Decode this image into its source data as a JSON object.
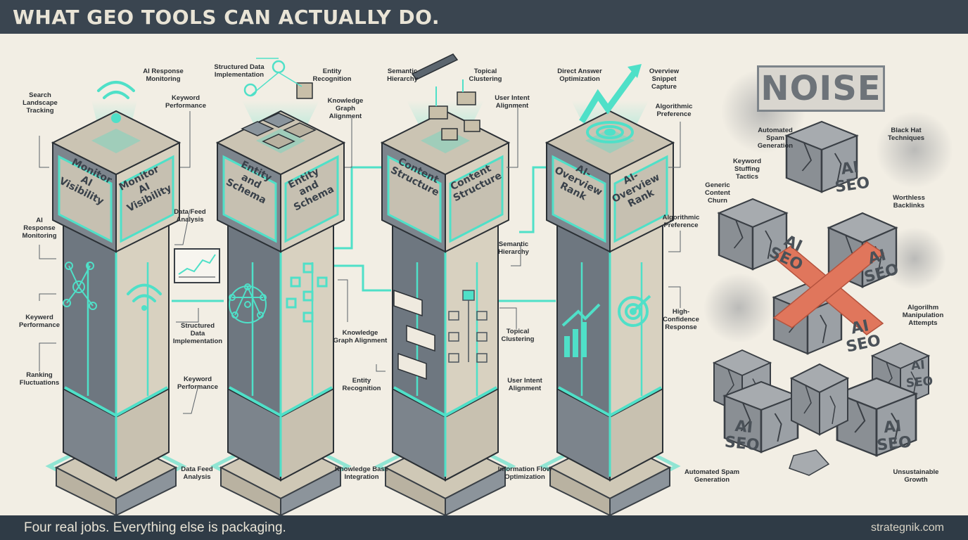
{
  "header": {
    "title": "WHAT GEO TOOLS CAN ACTUALLY DO."
  },
  "footer": {
    "tagline": "Four real jobs. Everything else is packaging.",
    "brand": "strategnik.com"
  },
  "pillars": [
    {
      "title": "Monitor AI\nVisibility",
      "labels": {
        "l1": "Search\nLandscape\nTracking",
        "l2": "AI Response\nMonitoring",
        "l3": "Keyword\nPerformance",
        "l4": "AI\nResponse\nMonitoring",
        "l5": "Keywerd\nPerformance",
        "l6": "Ranking\nFluctuations",
        "l7": "Data Feed\nAnalysis",
        "l8": "Structured\nData\nImplementation",
        "l9": "Keyword\nPerformance",
        "l10": "Data Feed\nAnalysis"
      }
    },
    {
      "title": "Entity and\nSchema",
      "labels": {
        "l1": "Structured Data\nImplementation",
        "l2": "Entity\nRecognition",
        "l3": "Knowledge\nGraph\nAlignment",
        "l4": "Knowledge\nGraph Alignment",
        "l5": "Entity\nRecognition",
        "l6": "Knowledge Base\nIntegration"
      }
    },
    {
      "title": "Content\nStructure",
      "labels": {
        "l1": "Semantic\nHierarchy",
        "l2": "Topical\nClustering",
        "l3": "User Intent\nAlignment",
        "l4": "Semantic\nHierarchy",
        "l5": "Topical\nClustering",
        "l6": "User Intent\nAlignment",
        "l7": "Information Flow\nOptimization"
      }
    },
    {
      "title": "AI-Overview\nRank",
      "labels": {
        "l1": "Direct Answer\nOptimization",
        "l2": "Overview\nSnippet\nCapture",
        "l3": "Algorithmic\nPreference",
        "l4": "Algorithmic\nPreference",
        "l5": "High-\nConfidence\nResponse"
      }
    }
  ],
  "noise": {
    "sign": "NOISE",
    "cube_text": "AI\nSEO",
    "labels": {
      "l1": "Automated\nSpam\nGeneration",
      "l2": "Black Hat\nTechniques",
      "l3": "Keyword\nStuffing\nTactics",
      "l4": "Generic\nContent\nChurn",
      "l5": "Worthless\nBacklinks",
      "l6": "Algorilhm\nManipulation\nAttempts",
      "l7": "Automated Spam\nGeneration",
      "l8": "Unsustainable\nGrowth"
    }
  },
  "colors": {
    "accent": "#4fe0c8",
    "header_bg": "#3a4550",
    "pillar_dark": "#6e7780",
    "pillar_light": "#d8d1c0",
    "red_x": "#e0765c"
  }
}
